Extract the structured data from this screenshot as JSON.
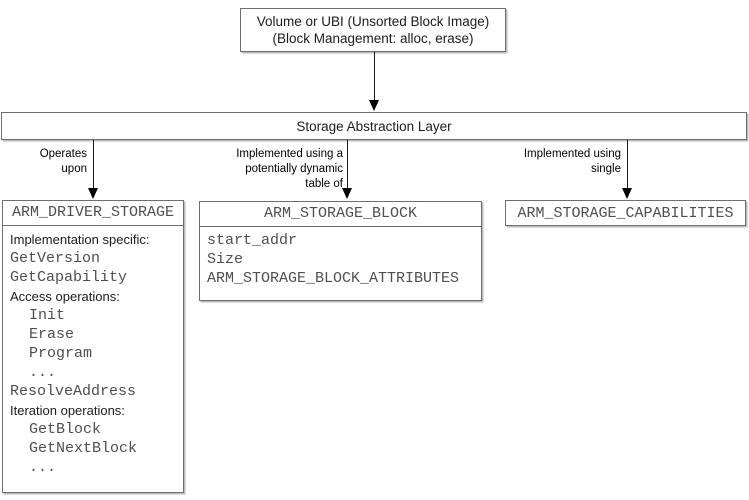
{
  "top_box": {
    "line1": "Volume or UBI (Unsorted Block Image)",
    "line2": "(Block Management: alloc, erase)"
  },
  "sal_bar": {
    "label": "Storage Abstraction Layer"
  },
  "edge_labels": {
    "operates": {
      "line1": "Operates",
      "line2": "upon"
    },
    "dynamic_table": {
      "line1": "Implemented using a",
      "line2": "potentially dynamic",
      "line3": "table of"
    },
    "single": {
      "line1": "Implemented using",
      "line2": "single"
    }
  },
  "driver_box": {
    "title": "ARM_DRIVER_STORAGE",
    "items": [
      "Implementation specific:",
      "GetVersion",
      "GetCapability",
      "Access operations:",
      "Init",
      "Erase",
      "Program",
      "...",
      "ResolveAddress",
      "Iteration operations:",
      "GetBlock",
      "GetNextBlock",
      "..."
    ]
  },
  "block_box": {
    "title": "ARM_STORAGE_BLOCK",
    "items": [
      "start_addr",
      "Size",
      "ARM_STORAGE_BLOCK_ATTRIBUTES"
    ]
  },
  "capabilities_box": {
    "title": "ARM_STORAGE_CAPABILITIES"
  },
  "colors": {
    "box_border": "#6e6e6e",
    "mono_text": "#4f4f4f",
    "sans_text": "#1c1c1c",
    "connector": "#000000"
  }
}
